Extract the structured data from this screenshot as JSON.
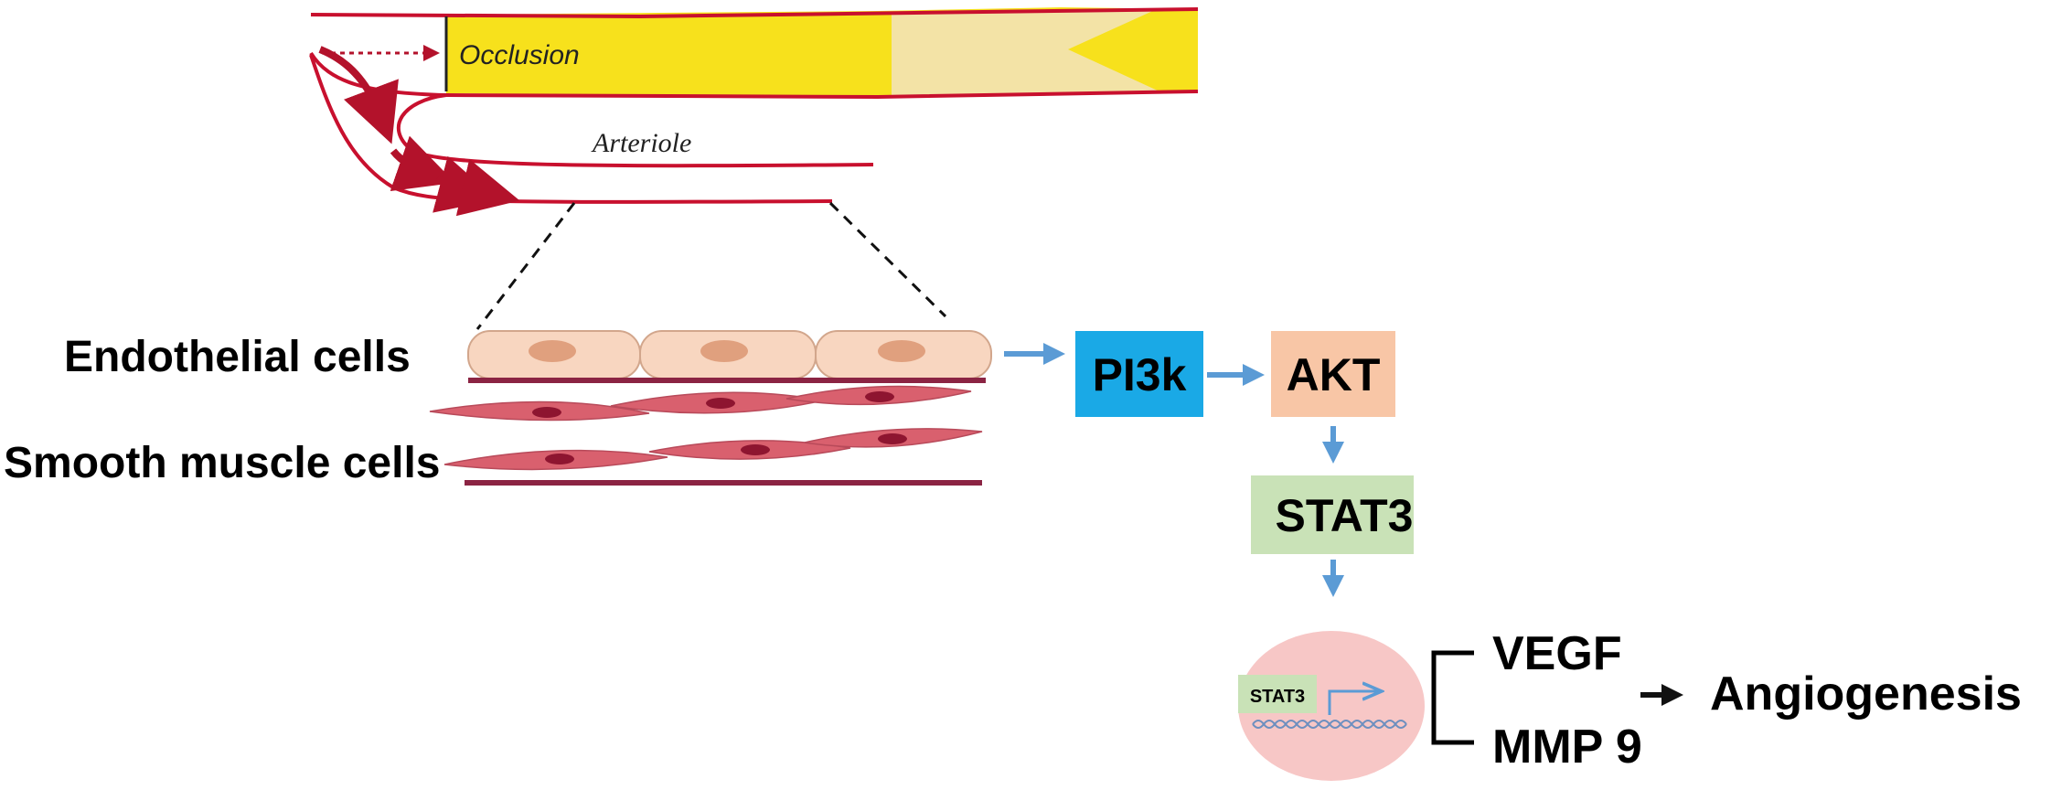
{
  "vessel": {
    "occlusion_label": "Occlusion",
    "arteriole_label": "Arteriole"
  },
  "cells": {
    "endothelial_label": "Endothelial cells",
    "smooth_muscle_label": "Smooth muscle cells"
  },
  "pathway": {
    "pi3k": "PI3k",
    "akt": "AKT",
    "stat3": "STAT3",
    "nucleus_stat3": "STAT3",
    "vegf": "VEGF",
    "mmp9": "MMP 9",
    "outcome": "Angiogenesis"
  },
  "colors": {
    "vessel_wall": "#c8102e",
    "occlusion_fill": "#f7e11c",
    "clot_fill": "#f3e3a6",
    "flow_arrow": "#b3122b",
    "endothelial_fill": "#f8d6c0",
    "endothelial_nucleus": "#e0a07e",
    "smooth_muscle_fill": "#d9606e",
    "smooth_muscle_nucleus": "#8e1530",
    "membrane": "#8b2443",
    "pi3k_box": "#1aa9e6",
    "akt_box": "#f8c6a6",
    "stat3_box": "#c9e2b7",
    "nucleus_fill": "#f7c7c6",
    "pathway_arrow": "#5b9bd5",
    "dna": "#6d8fbf"
  }
}
